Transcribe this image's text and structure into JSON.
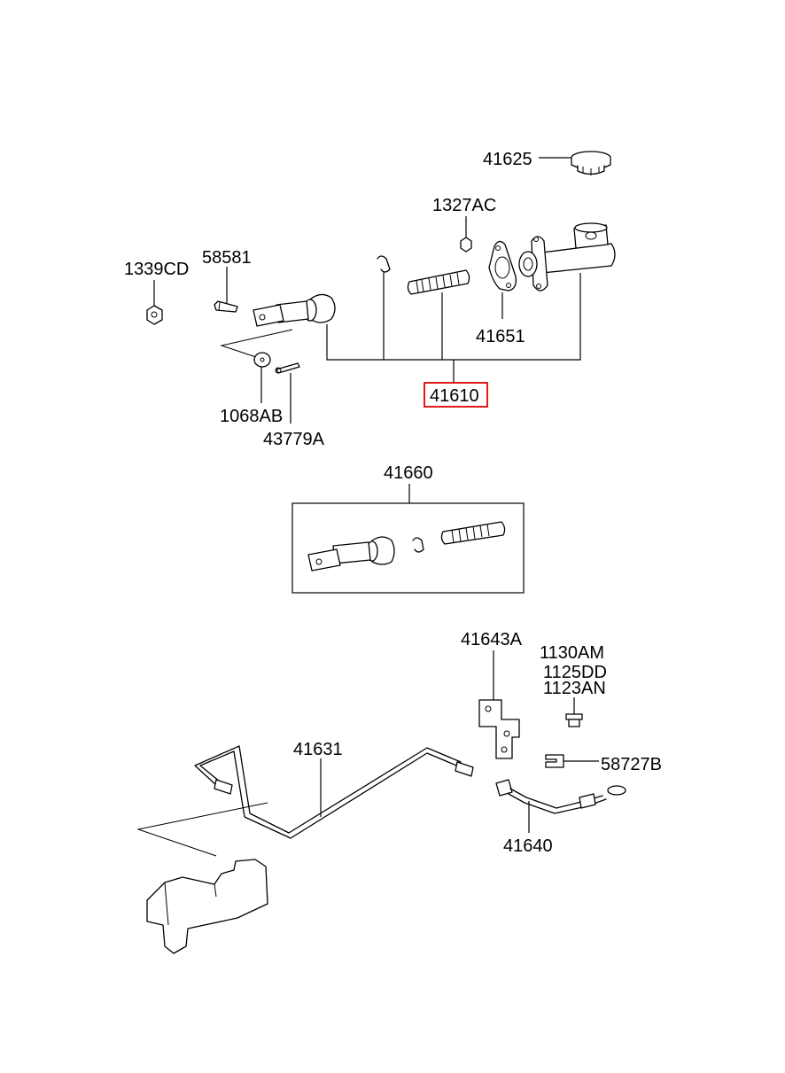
{
  "labels": {
    "p41625": "41625",
    "p1327AC": "1327AC",
    "p58581": "58581",
    "p1339CD": "1339CD",
    "p41651": "41651",
    "p41610": "41610",
    "p1068AB": "1068AB",
    "p43779A": "43779A",
    "p41660": "41660",
    "p41643A": "41643A",
    "p1130AM": "1130AM",
    "p1125DD": "1125DD",
    "p1123AN": "1123AN",
    "p41631": "41631",
    "p58727B": "58727B",
    "p41640": "41640"
  },
  "colors": {
    "highlight": "#e00000",
    "line": "#000000",
    "background": "#ffffff"
  }
}
